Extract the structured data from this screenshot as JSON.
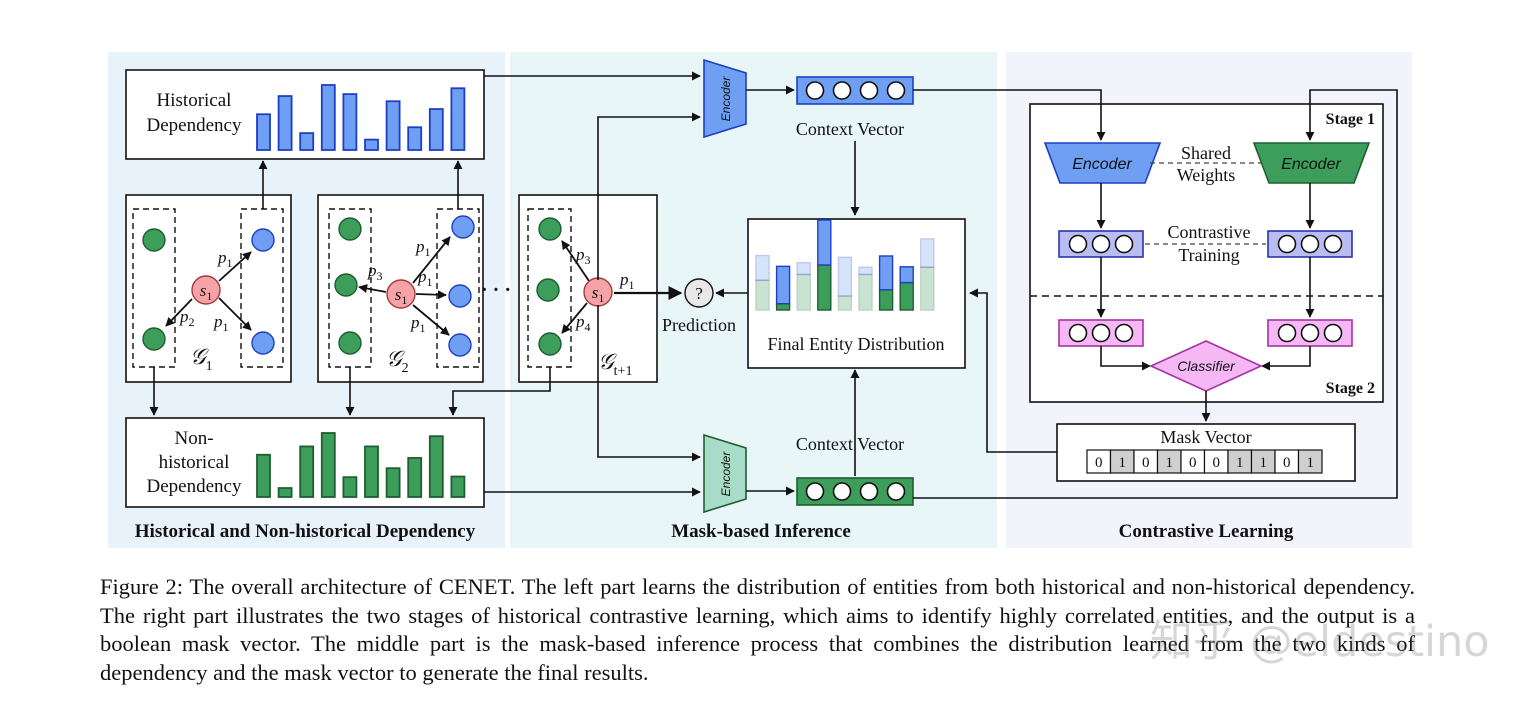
{
  "panels": {
    "left_title": "Historical and Non-historical Dependency",
    "middle_title": "Mask-based Inference",
    "right_title": "Contrastive Learning"
  },
  "historical": {
    "label_line1": "Historical",
    "label_line2": "Dependency",
    "bars": [
      0.55,
      0.83,
      0.26,
      1.0,
      0.86,
      0.16,
      0.75,
      0.35,
      0.63,
      0.95
    ]
  },
  "non_historical": {
    "label_line1": "Non-",
    "label_line2": "historical",
    "label_line3": "Dependency",
    "bars": [
      0.66,
      0.14,
      0.79,
      1.0,
      0.31,
      0.79,
      0.45,
      0.61,
      0.95,
      0.32
    ]
  },
  "graphs": {
    "g1": {
      "G": "𝒢",
      "sub": "1",
      "node": "s",
      "node_sub": "1"
    },
    "g2": {
      "G": "𝒢",
      "sub": "2",
      "node": "s",
      "node_sub": "1"
    },
    "g3": {
      "G": "𝒢",
      "sub": "t+1",
      "node": "s",
      "node_sub": "1"
    },
    "p": "p",
    "p1": "1",
    "p2": "2",
    "p3": "3",
    "p4": "4",
    "ellipsis": "· · ·"
  },
  "inference": {
    "encoder_label": "Encoder",
    "context_vector": "Context Vector",
    "prediction_symbol": "?",
    "prediction": "Prediction",
    "final_distribution": "Final Entity Distribution"
  },
  "contrastive": {
    "encoder": "Encoder",
    "shared_line1": "Shared",
    "shared_line2": "Weights",
    "contrastive_line1": "Contrastive",
    "contrastive_line2": "Training",
    "classifier": "Classifier",
    "stage1": "Stage 1",
    "stage2": "Stage 2",
    "mask_vector": "Mask Vector",
    "mask_values": [
      "0",
      "1",
      "0",
      "1",
      "0",
      "0",
      "1",
      "1",
      "0",
      "1"
    ]
  },
  "caption": "Figure 2: The overall architecture of CENET. The left part learns the distribution of entities from both historical and non-historical dependency. The right part illustrates the two stages of historical contrastive learning, which aims to identify highly correlated entities, and the output is a boolean mask vector. The middle part is the mask-based inference process that combines the distribution learned from the two kinds of dependency and the mask vector to generate the final results.",
  "watermark": "知乎 @eldestino",
  "colors": {
    "blue_fill": "#6e9ff2",
    "blue_stroke": "#1f3fc2",
    "green_fill": "#3d9e5c",
    "green_stroke": "#1e5e30",
    "red_node": "#f5a3a6",
    "pink": "#f5b8f5",
    "lavender": "#b9bdf2",
    "teal_encoder": "#a9dbc9"
  }
}
